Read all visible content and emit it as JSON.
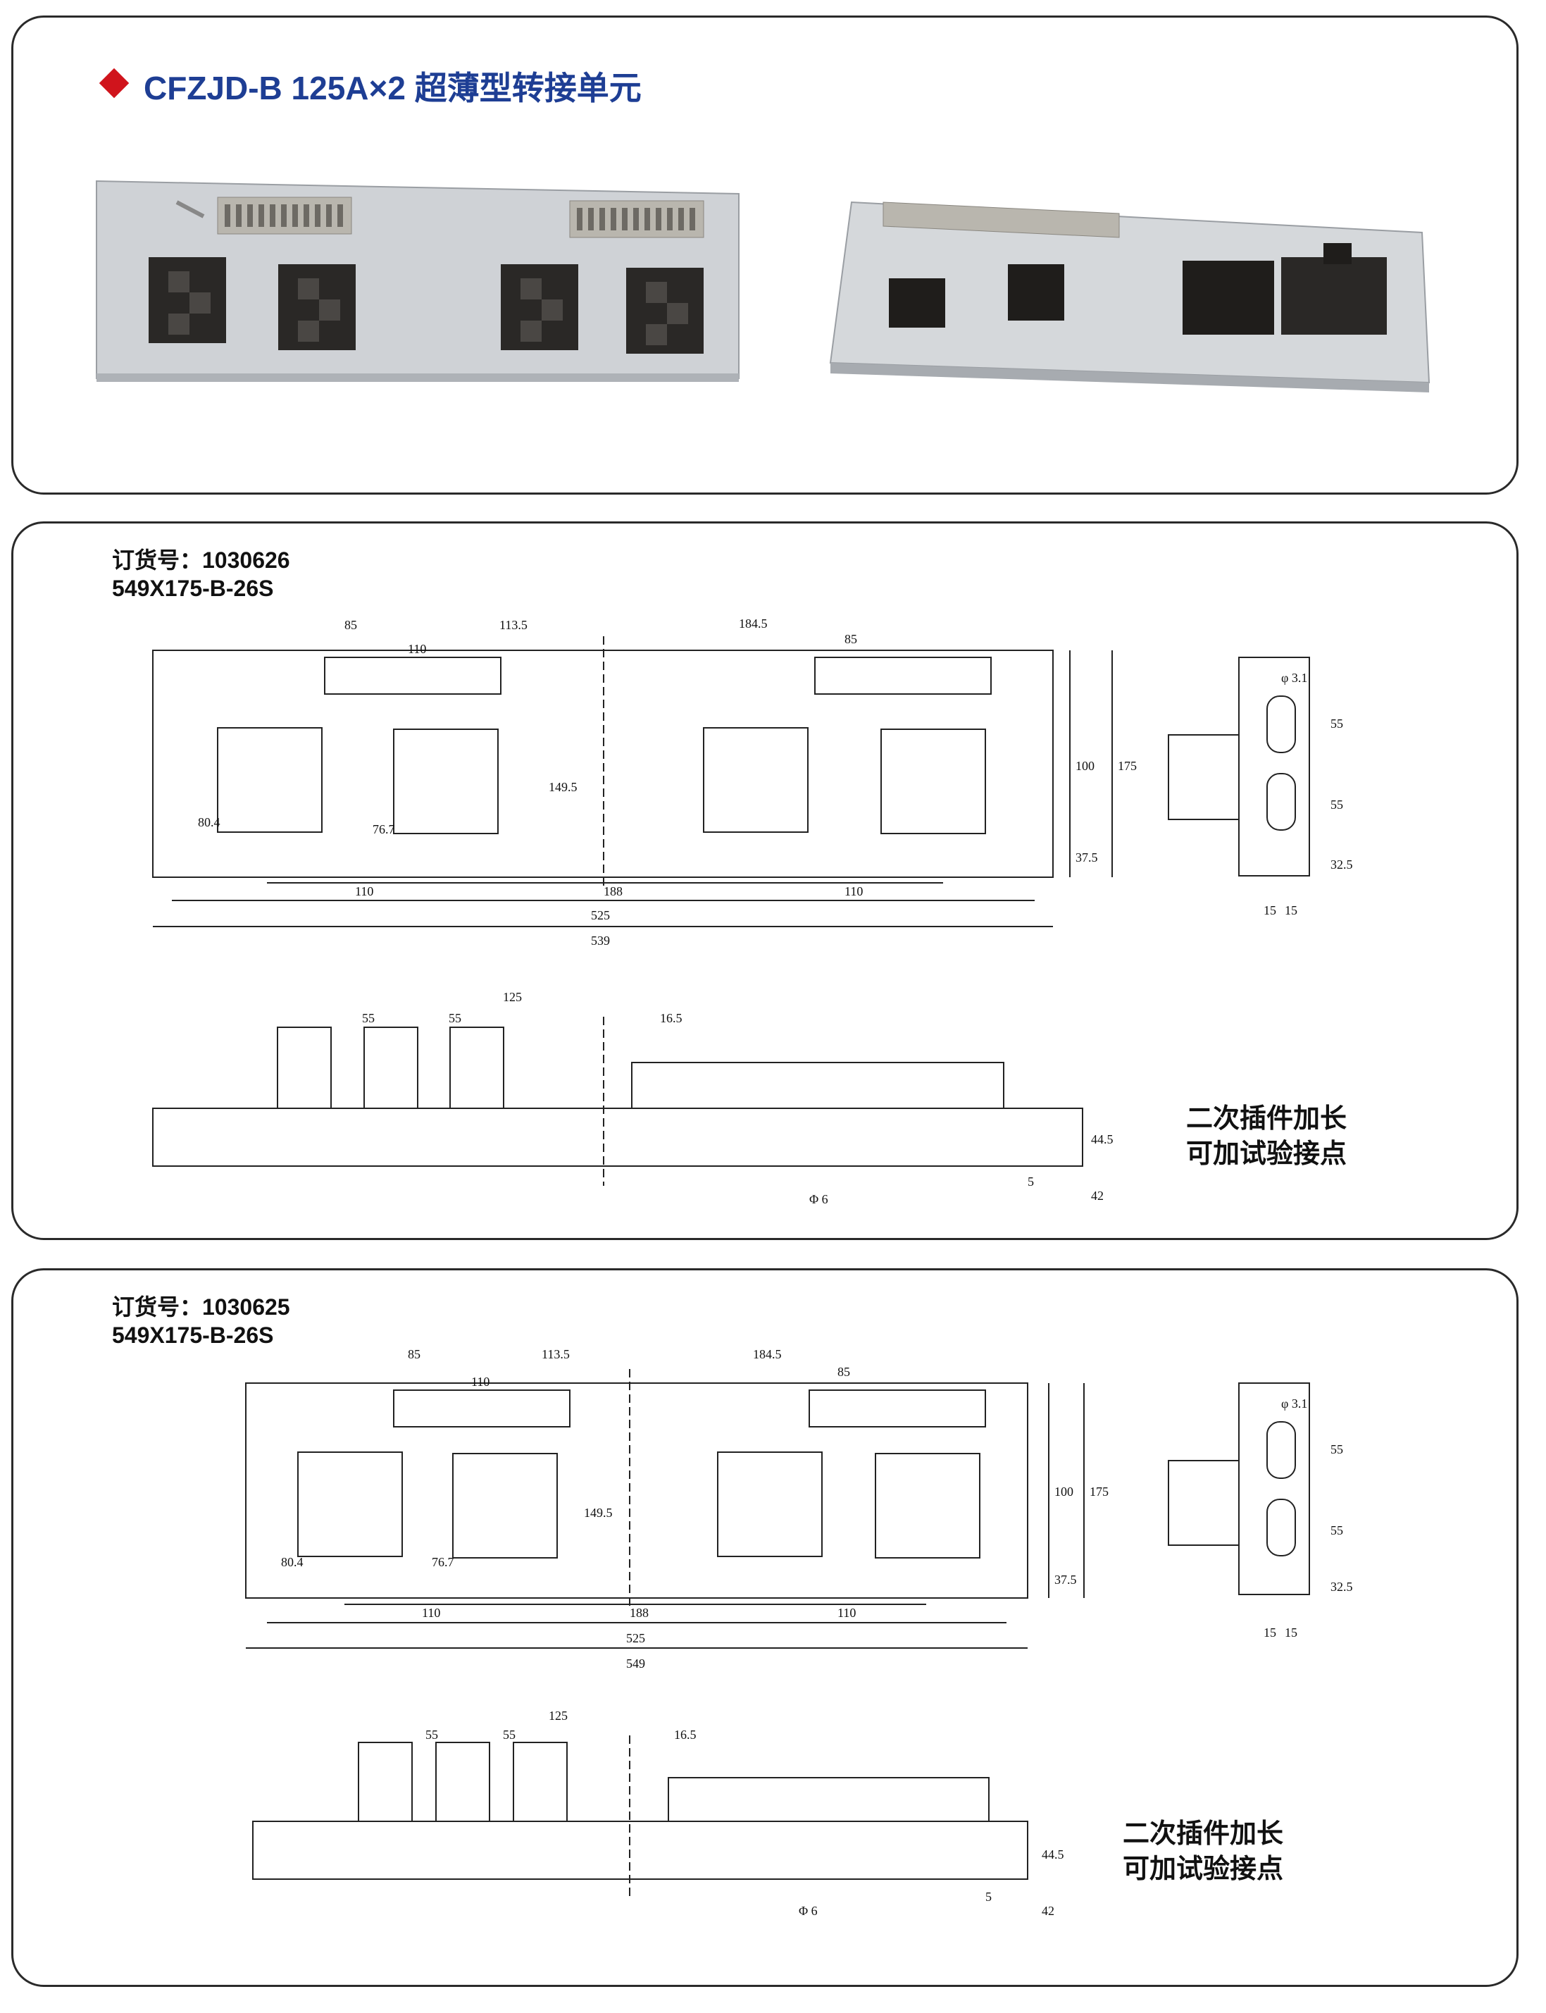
{
  "header": {
    "title": "CFZJD-B  125A×2 超薄型转接单元"
  },
  "variants": [
    {
      "order_label": "订货号：1030626",
      "model": "549X175-B-26S"
    },
    {
      "order_label": "订货号：1030625",
      "model": "549X175-B-26S"
    }
  ],
  "note": {
    "line1": "二次插件加长",
    "line2": "可加试验接点"
  },
  "dims_top": {
    "d85a": "85",
    "d113": "113.5",
    "d184": "184.5",
    "d85b": "85",
    "d110s": "110",
    "d1495": "149.5",
    "d100": "100",
    "d175": "175",
    "d804": "80.4",
    "d767": "76.7",
    "d375": "37.5",
    "d110a": "110",
    "d188": "188",
    "d110b": "110",
    "d525": "525"
  },
  "dims_side": {
    "d55a": "55",
    "d55b": "55",
    "d325": "32.5",
    "d15a": "15",
    "d15b": "15",
    "phi": "φ 3.1"
  },
  "dims_front": {
    "d125": "125",
    "d55a": "55",
    "d55b": "55",
    "d165": "16.5",
    "d445": "44.5",
    "d5": "5",
    "d42": "42",
    "phi6": "Φ 6"
  },
  "overall_width": [
    "539",
    "549"
  ],
  "colors": {
    "bullet": "#d0141c",
    "title": "#1e3e94",
    "border": "#2a2a2a"
  }
}
